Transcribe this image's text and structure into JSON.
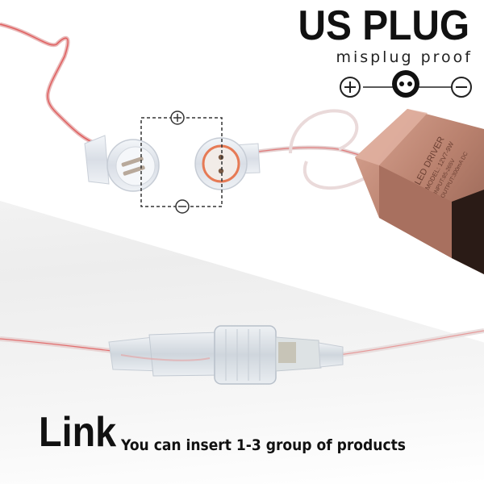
{
  "header": {
    "title": "US PLUG",
    "subtitle": "misplug proof"
  },
  "footer": {
    "title": "Link",
    "description": "You can insert 1-3 group of products"
  },
  "driver_label": {
    "line1": "LED DRIVER",
    "line2": "MODEL: 12V7-9W",
    "line3": "INPUT:85-265V",
    "line4": "OUTPUT:300mA DC"
  },
  "icons": {
    "plus": "plus-circle-icon",
    "minus": "minus-circle-icon",
    "connector": "connector-face-icon"
  },
  "colors": {
    "text": "#111111",
    "copper": "#c08a76",
    "wire_red": "#e56a6a",
    "connector_white": "#e9edf2"
  }
}
